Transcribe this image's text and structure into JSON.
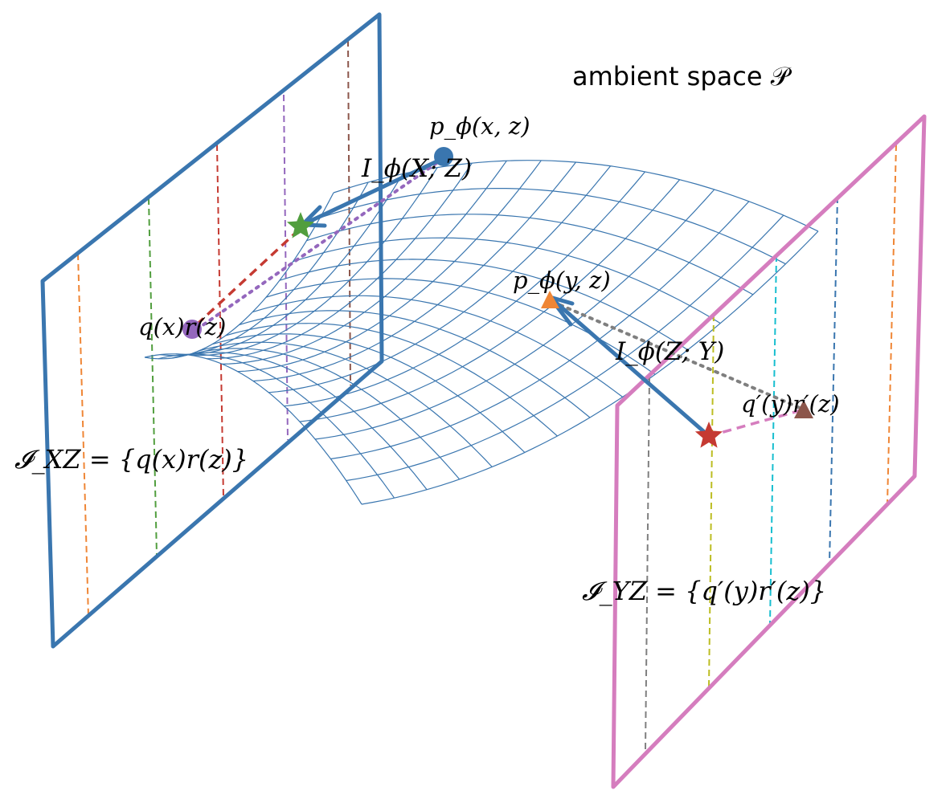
{
  "labels": {
    "ambient_space": "ambient space 𝒫",
    "p_xz": "p_ϕ(x, z)",
    "p_yz": "p_ϕ(y, z)",
    "q_xz": "q(x)r(z)",
    "q_yz": "q′(y)r′(z)",
    "I_xz": "I_ϕ(X; Z)",
    "I_zy": "I_ϕ(Z; Y)",
    "set_xz": "𝓘_XZ = {q(x)r(z)}",
    "set_yz": "𝓘_YZ = {q′(y)r′(z)}"
  },
  "colors": {
    "plane_xz": "#3a76af",
    "plane_yz": "#d57dbe",
    "surface": "#3a76af",
    "arrow": "#3a76af",
    "point_p_xz": "#3a76af",
    "point_p_yz": "#ef8636",
    "point_q_xz": "#9467bd",
    "point_q_yz": "#8c564b",
    "star_xz": "#519e3e",
    "star_yz": "#c53a32",
    "dashed_xz": [
      "#ef8636",
      "#519e3e",
      "#c53a32",
      "#9467bd",
      "#8c564b"
    ],
    "dashed_yz": [
      "#7f7f7f",
      "#bcbd22",
      "#17becf",
      "#3a76af",
      "#ef8636"
    ]
  }
}
